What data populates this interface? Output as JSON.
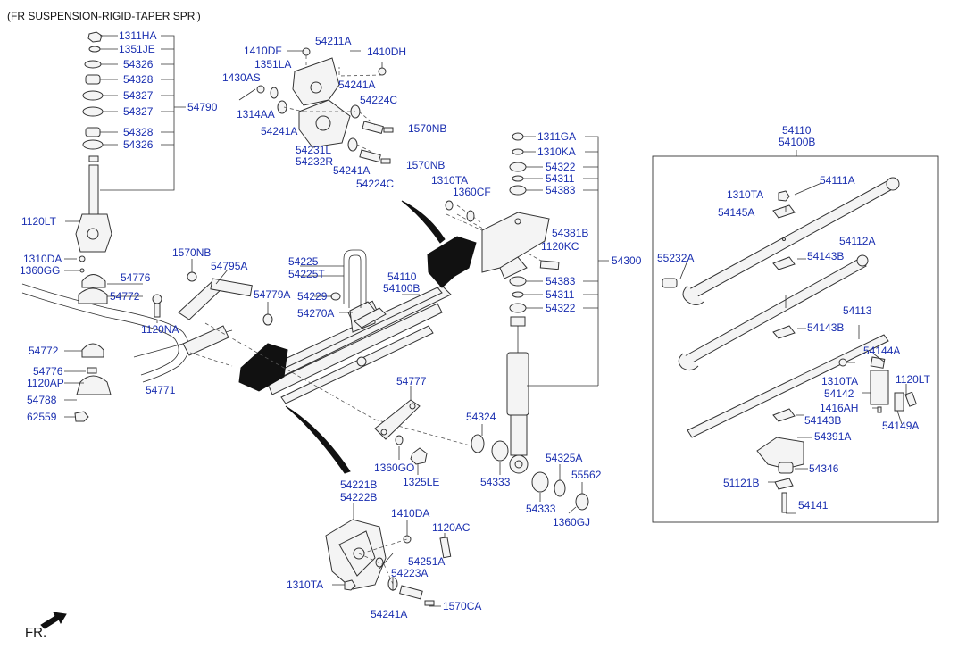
{
  "title": "(FR SUSPENSION-RIGID-TAPER SPR')",
  "direction_label": "FR.",
  "colors": {
    "label": "#1a2fb0",
    "line": "#333333",
    "background": "#ffffff"
  },
  "labels": {
    "l1311HA": "1311HA",
    "l1351JE": "1351JE",
    "l54326a": "54326",
    "l54328a": "54328",
    "l54327a": "54327",
    "l54327b": "54327",
    "l54328b": "54328",
    "l54326b": "54326",
    "l54790": "54790",
    "l1120LTa": "1120LT",
    "l1310DA": "1310DA",
    "l1360GG": "1360GG",
    "l54776a": "54776",
    "l54772a": "54772",
    "l54772b": "54772",
    "l54776b": "54776",
    "l1120AP": "1120AP",
    "l54788": "54788",
    "l62559": "62559",
    "l54771": "54771",
    "l1570NBa": "1570NB",
    "l54795A": "54795A",
    "l1120NA": "1120NA",
    "l1410DF": "1410DF",
    "l54211A": "54211A",
    "l1410DH": "1410DH",
    "l1351LA": "1351LA",
    "l1430AS": "1430AS",
    "l1314AA": "1314AA",
    "l54241Aa": "54241A",
    "l54224Ca": "54224C",
    "l54241Ab": "54241A",
    "l1570NBb": "1570NB",
    "l54231L": "54231L",
    "l54232R": "54232R",
    "l1570NBc": "1570NB",
    "l54241Ac": "54241A",
    "l54224Cb": "54224C",
    "l54225": "54225",
    "l54225T": "54225T",
    "l54229": "54229",
    "l54270A": "54270A",
    "l54779A": "54779A",
    "l54110a": "54110",
    "l54100Ba": "54100B",
    "l1310TAa": "1310TA",
    "l1360CF": "1360CF",
    "l54777": "54777",
    "l1360GO": "1360GO",
    "l1325LE": "1325LE",
    "l54324": "54324",
    "l54333a": "54333",
    "l54333b": "54333",
    "l54325A": "54325A",
    "l55562": "55562",
    "l1360GJ": "1360GJ",
    "l1311GA": "1311GA",
    "l1310KA": "1310KA",
    "l54322a": "54322",
    "l54311a": "54311",
    "l54383a": "54383",
    "l54381B": "54381B",
    "l1120KC": "1120KC",
    "l54300": "54300",
    "l54383b": "54383",
    "l54311b": "54311",
    "l54322b": "54322",
    "l54221B": "54221B",
    "l54222B": "54222B",
    "l1410DA": "1410DA",
    "l1120AC": "1120AC",
    "l54251A": "54251A",
    "l54223A": "54223A",
    "l1310TAb": "1310TA",
    "l1570CA": "1570CA",
    "l54241Ad": "54241A",
    "l54110b": "54110",
    "l54100Bb": "54100B",
    "l1310TAc": "1310TA",
    "l54111A": "54111A",
    "l54145A": "54145A",
    "l55232A": "55232A",
    "l54112A": "54112A",
    "l54143Ba": "54143B",
    "l54113": "54113",
    "l54143Bb": "54143B",
    "l54144A": "54144A",
    "l1310TAd": "1310TA",
    "l1120LTb": "1120LT",
    "l54142": "54142",
    "l1416AH": "1416AH",
    "l54143Bc": "54143B",
    "l54149A": "54149A",
    "l54391A": "54391A",
    "l54346": "54346",
    "l51121B": "51121B",
    "l54141": "54141"
  }
}
